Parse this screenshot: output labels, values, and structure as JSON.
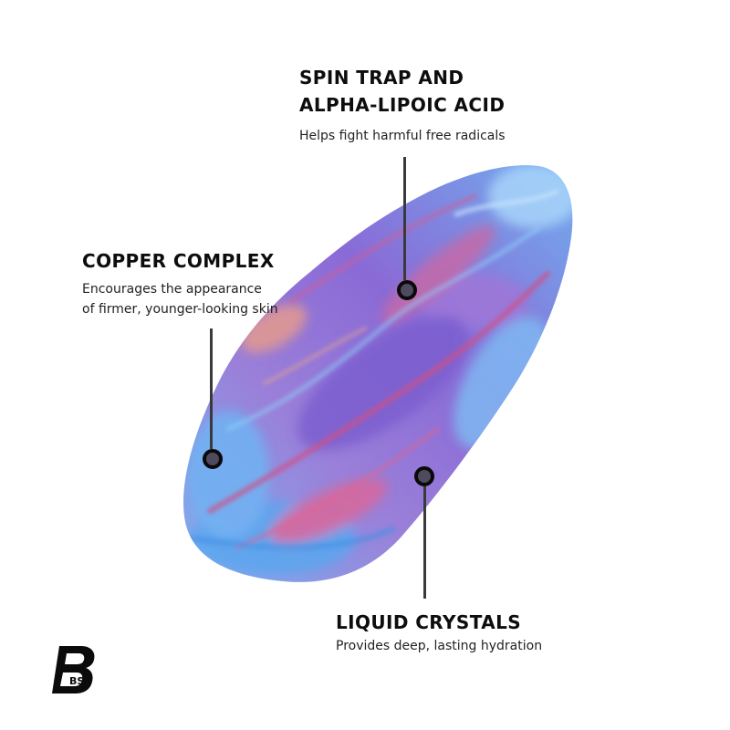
{
  "callouts": {
    "spin_trap": {
      "title_line1": "SPIN TRAP AND",
      "title_line2": "ALPHA-LIPOIC ACID",
      "description": "Helps fight harmful free radicals"
    },
    "copper": {
      "title": "COPPER COMPLEX",
      "description_line1": "Encourages the appearance",
      "description_line2": "of firmer, younger-looking skin"
    },
    "liquid_crystals": {
      "title": "LIQUID CRYSTALS",
      "description": "Provides deep, lasting hydration"
    }
  },
  "logo": {
    "icon": "brand-monogram-icon",
    "letters": "BS"
  },
  "colors": {
    "background": "#ffffff",
    "text": "#111111",
    "leader": "#3a3a3a",
    "swatch_blue": "#5fa8f0",
    "swatch_purple": "#8a6ad6",
    "swatch_pink": "#d45a8c"
  }
}
